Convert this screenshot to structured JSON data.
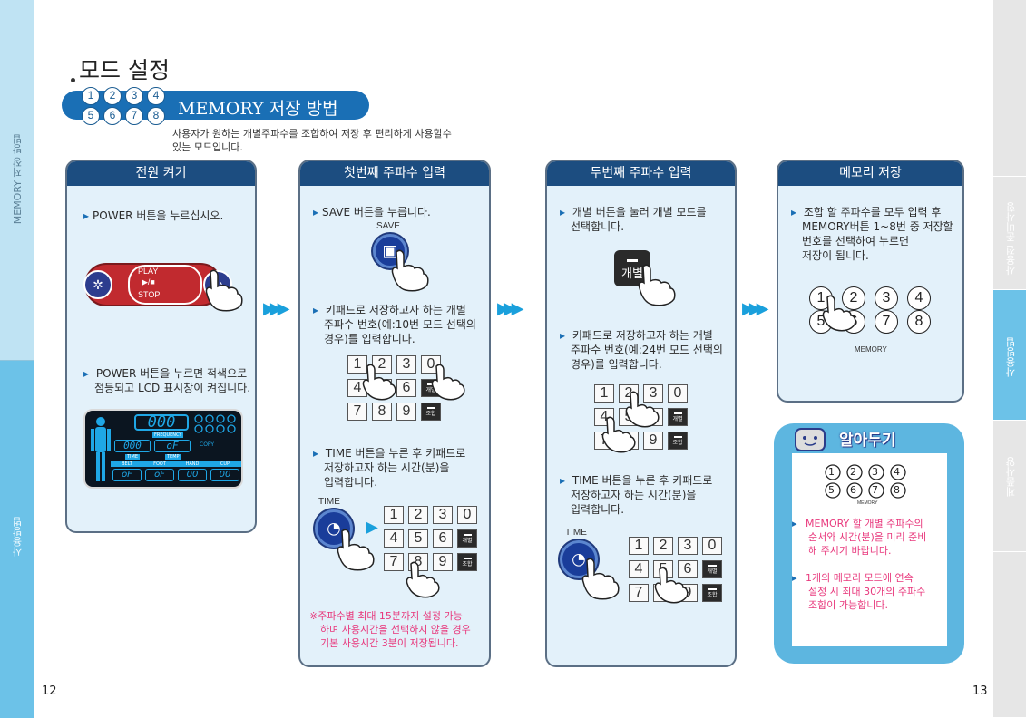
{
  "left_bar": {
    "upper_label": "MEMORY 저장 방법",
    "lower_label": "사용방법"
  },
  "right_bar": {
    "tabs": [
      "사용전 준비사항",
      "사용방법",
      "제품사양"
    ]
  },
  "page_title": "모드 설정",
  "memory_numbers": [
    "1",
    "2",
    "3",
    "4",
    "5",
    "6",
    "7",
    "8"
  ],
  "memory_title": "MEMORY 저장 방법",
  "description": [
    "사용자가 원하는 개별주파수를 조합하여 저장 후 편리하게 사용할수",
    "있는 모드입니다."
  ],
  "panels": [
    {
      "title": "전원 켜기",
      "step1": "POWER 버튼을 누르십시오.",
      "step2": [
        "POWER 버튼을 누르면 적색으로",
        "점등되고 LCD 표시창이 켜집니다."
      ],
      "device": {
        "play": "PLAY",
        "playstop": "▶/■",
        "stop": "STOP",
        "lcd_main": "000",
        "lcd_freq": "FREQUENCY",
        "lcd_small": "000",
        "lcd_temp": "oF",
        "lcd_copy": "COPY",
        "lcd_time": "TIME",
        "lcd_temp_label": "TEMP",
        "lcd_row": [
          "BELT",
          "FOOT",
          "HAND",
          "CUP"
        ],
        "lcd_row_values": [
          "oF",
          "oF",
          "00",
          "00"
        ]
      }
    },
    {
      "title": "첫번째 주파수 입력",
      "step1": "SAVE 버튼을 누릅니다.",
      "save_label": "SAVE",
      "step2": [
        "키패드로 저장하고자 하는 개별",
        "주파수 번호(예:10번 모드 선택의",
        "경우)를 입력합니다."
      ],
      "step3": [
        "TIME 버튼을 누른 후 키패드로",
        "저장하고자 하는 시간(분)을",
        "입력합니다."
      ],
      "time_label": "TIME",
      "note": [
        "※주파수별 최대 15분까지 설정 가능",
        "하며 사용시간을 선택하지 않을 경우",
        "기본 사용시간 3분이 저장됩니다."
      ]
    },
    {
      "title": "두번째 주파수 입력",
      "step1": [
        "개별 버튼을 눌러 개별 모드를",
        "선택합니다."
      ],
      "individual_button": "개별",
      "step2": [
        "키패드로 저장하고자 하는 개별",
        "주파수 번호(예:24번 모드 선택의",
        "경우)를 입력합니다."
      ],
      "step3": [
        "TIME 버튼을 누른 후 키패드로",
        "저장하고자 하는 시간(분)을",
        "입력합니다."
      ],
      "time_label": "TIME"
    },
    {
      "title": "메모리 저장",
      "step1": [
        "조합 할 주파수를 모두 입력 후",
        "MEMORY버튼 1~8번 중 저장할",
        "번호를 선택하여 누르면",
        "저장이 됩니다."
      ],
      "memory_label": "MEMORY"
    }
  ],
  "keypad": {
    "rows": [
      [
        "1",
        "2",
        "3",
        "0"
      ],
      [
        "4",
        "5",
        "6",
        "개별"
      ],
      [
        "7",
        "8",
        "9",
        "조합"
      ]
    ]
  },
  "tip": {
    "title": "알아두기",
    "memory_label": "MEMORY",
    "text1": [
      "MEMORY 할 개별 주파수의",
      "순서와 시간(분)을 미리 준비",
      "해 주시기 바랍니다."
    ],
    "text2": [
      "1개의 메모리 모드에 연속",
      "설정 시 최대 30개의 주파수",
      "조합이 가능합니다."
    ]
  },
  "page_numbers": {
    "left": "12",
    "right": "13"
  },
  "colors": {
    "accent": "#1a6fb5",
    "header": "#1c4d80",
    "note": "#e8387c",
    "panel_bg": "#e3f1fa",
    "sidebar": "#6cc2e8"
  }
}
